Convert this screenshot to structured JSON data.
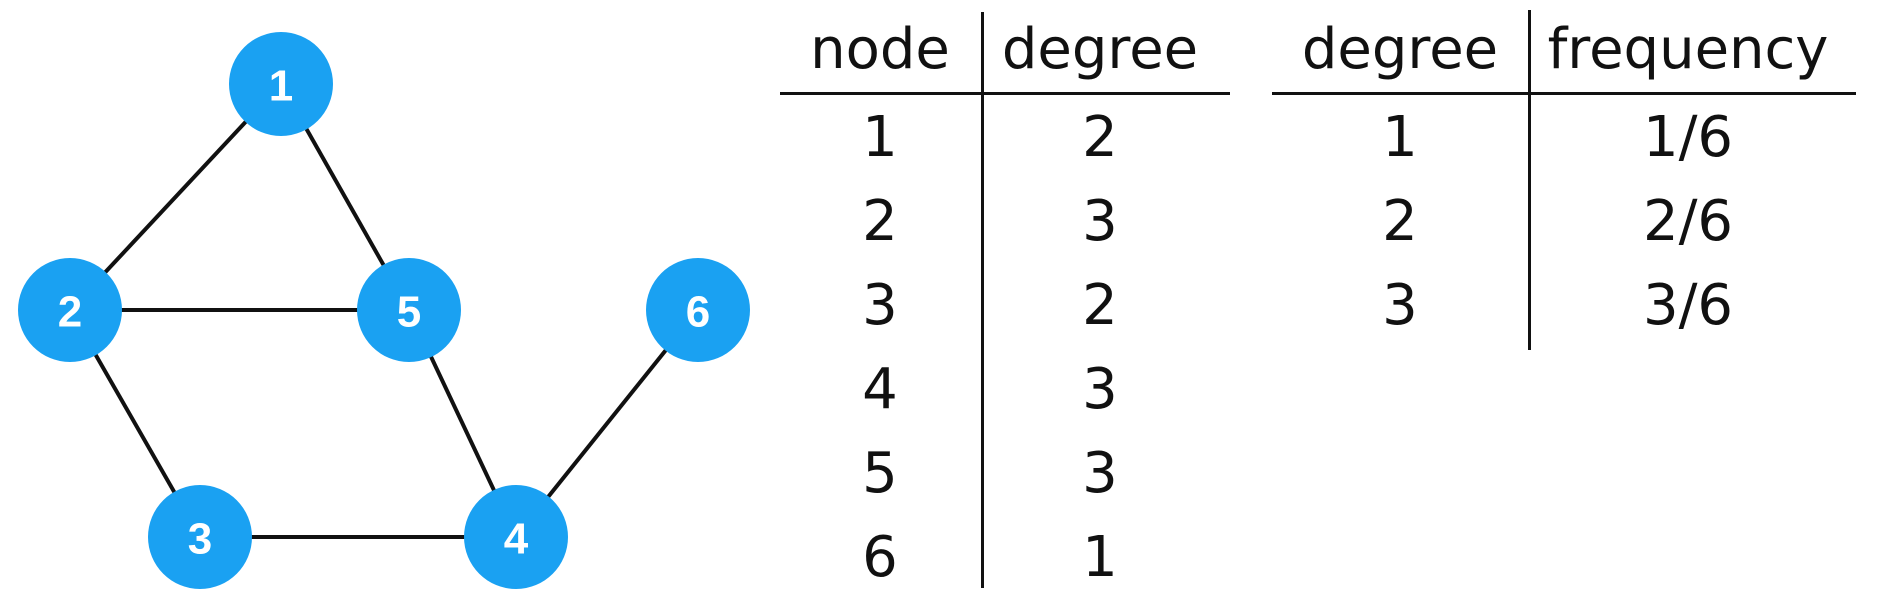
{
  "graph": {
    "nodes": [
      {
        "id": "1",
        "label": "1"
      },
      {
        "id": "2",
        "label": "2"
      },
      {
        "id": "3",
        "label": "3"
      },
      {
        "id": "4",
        "label": "4"
      },
      {
        "id": "5",
        "label": "5"
      },
      {
        "id": "6",
        "label": "6"
      }
    ],
    "edges": [
      [
        "1",
        "2"
      ],
      [
        "1",
        "5"
      ],
      [
        "2",
        "5"
      ],
      [
        "2",
        "3"
      ],
      [
        "3",
        "4"
      ],
      [
        "4",
        "5"
      ],
      [
        "4",
        "6"
      ]
    ],
    "node_color": "#1aa1f2",
    "edge_color": "#111111"
  },
  "degree_table": {
    "headers": [
      "node",
      "degree"
    ],
    "rows": [
      [
        "1",
        "2"
      ],
      [
        "2",
        "3"
      ],
      [
        "3",
        "2"
      ],
      [
        "4",
        "3"
      ],
      [
        "5",
        "3"
      ],
      [
        "6",
        "1"
      ]
    ]
  },
  "frequency_table": {
    "headers": [
      "degree",
      "frequency"
    ],
    "rows": [
      [
        "1",
        "1/6"
      ],
      [
        "2",
        "2/6"
      ],
      [
        "3",
        "3/6"
      ]
    ]
  }
}
